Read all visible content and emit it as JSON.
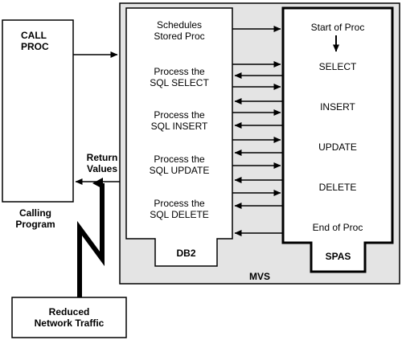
{
  "calling_program": {
    "box_line1": "CALL",
    "box_line2": "PROC",
    "caption_line1": "Calling",
    "caption_line2": "Program"
  },
  "return_values": {
    "line1": "Return",
    "line2": "Values"
  },
  "db2": {
    "label": "DB2",
    "items": [
      {
        "line1": "Schedules",
        "line2": "Stored Proc"
      },
      {
        "line1": "Process the",
        "line2": "SQL SELECT"
      },
      {
        "line1": "Process the",
        "line2": "SQL INSERT"
      },
      {
        "line1": "Process the",
        "line2": "SQL UPDATE"
      },
      {
        "line1": "Process the",
        "line2": "SQL DELETE"
      }
    ]
  },
  "spas": {
    "label": "SPAS",
    "items": [
      "Start of Proc",
      "SELECT",
      "INSERT",
      "UPDATE",
      "DELETE",
      "End of Proc"
    ]
  },
  "mvs": {
    "label": "MVS"
  },
  "network": {
    "line1": "Reduced",
    "line2": "Network Traffic"
  },
  "colors": {
    "mvs_fill": "#e4e4e4",
    "ink": "#000000",
    "box_fill": "#ffffff"
  }
}
